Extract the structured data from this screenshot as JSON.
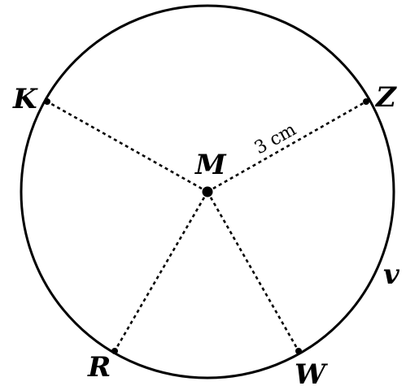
{
  "diagram": {
    "center_label": "M",
    "points": {
      "K": "K",
      "Z": "Z",
      "R": "R",
      "W": "W"
    },
    "circle_label": "v",
    "radius_measure": "3 cm",
    "stroke_color": "#000000",
    "background_color": "#ffffff"
  }
}
